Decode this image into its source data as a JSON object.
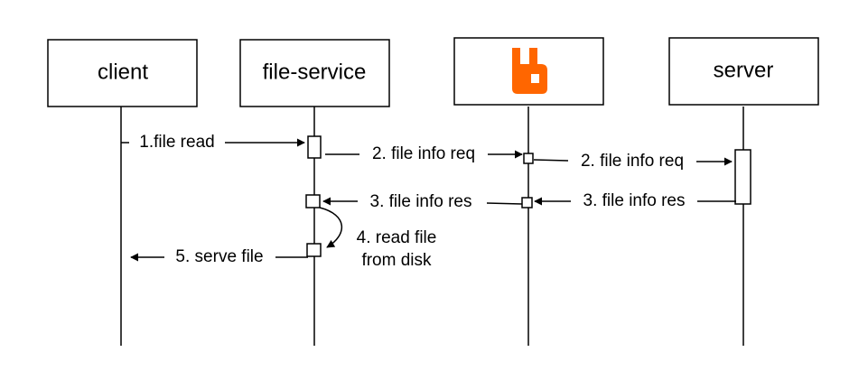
{
  "diagram": {
    "actors": [
      {
        "id": "client",
        "label": "client"
      },
      {
        "id": "file_service",
        "label": "file-service"
      },
      {
        "id": "broker",
        "label": "",
        "icon": "rabbitmq-logo-icon",
        "icon_color": "#FF6600"
      },
      {
        "id": "server",
        "label": "server"
      }
    ],
    "messages": {
      "m1": "1.file read",
      "m2a": "2. file info req",
      "m2b": "2. file info req",
      "m3a": "3. file info res",
      "m3b": "3. file info res",
      "m4_line1": "4. read file",
      "m4_line2": "from disk",
      "m5": "5. serve file"
    },
    "colors": {
      "line": "#000000",
      "box_border": "#000000",
      "box_fill": "#ffffff",
      "logo": "#FF6600"
    }
  }
}
